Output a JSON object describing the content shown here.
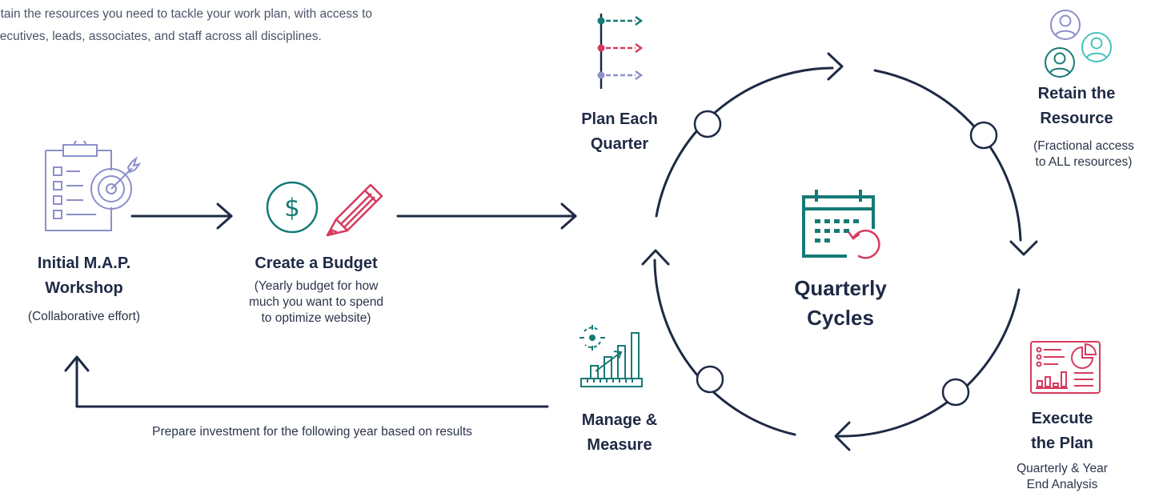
{
  "intro": {
    "line1": "etain the resources you need to tackle your work plan, with access to",
    "line2": "xecutives, leads, associates, and staff across all disciplines."
  },
  "workshop": {
    "title_line1": "Initial M.A.P.",
    "title_line2": "Workshop",
    "subtitle": "(Collaborative effort)"
  },
  "budget": {
    "title": "Create a Budget",
    "subtitle_line1": "(Yearly budget for how",
    "subtitle_line2": "much you want to spend",
    "subtitle_line3": "to optimize website)"
  },
  "return_note": "Prepare investment for the following year based on results",
  "cycle": {
    "center_line1": "Quarterly",
    "center_line2": "Cycles",
    "plan": {
      "line1": "Plan Each",
      "line2": "Quarter"
    },
    "retain": {
      "line1": "Retain the",
      "line2": "Resource",
      "sub1": "(Fractional access",
      "sub2": "to ALL resources)"
    },
    "execute": {
      "line1": "Execute",
      "line2": "the Plan",
      "sub1": "Quarterly & Year",
      "sub2": "End Analysis"
    },
    "manage": {
      "line1": "Manage &",
      "line2": "Measure"
    }
  },
  "colors": {
    "navy": "#1e2a45",
    "teal": "#157a76",
    "crimson": "#d63a5e",
    "lavender": "#8d8fc8",
    "aqua": "#47c3bd"
  },
  "icons": {
    "workshop": "clipboard-target-icon",
    "budget": "dollar-pencil-icon",
    "plan": "timeline-arrows-icon",
    "retain": "people-icon",
    "center": "calendar-refresh-icon",
    "execute": "dashboard-report-icon",
    "manage": "growth-chart-icon"
  }
}
